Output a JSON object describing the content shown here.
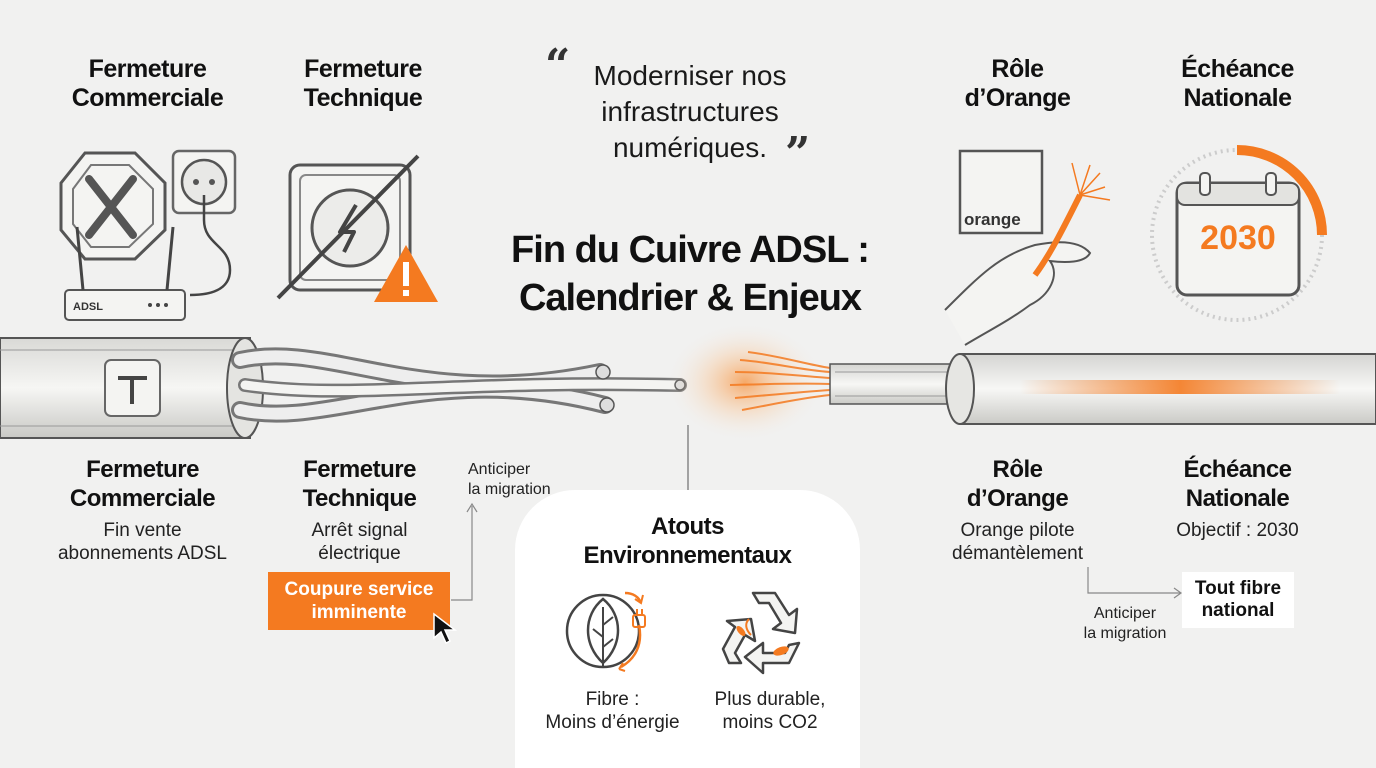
{
  "title": {
    "line1": "Fin du Cuivre ADSL :",
    "line2": "Calendrier & Enjeux"
  },
  "quote": {
    "line1": "Moderniser nos",
    "line2": "infrastructures",
    "line3": "numériques."
  },
  "top_headings": [
    {
      "line1": "Fermeture",
      "line2": "Commerciale"
    },
    {
      "line1": "Fermeture",
      "line2": "Technique"
    },
    {
      "line1": "Rôle",
      "line2": "d’Orange"
    },
    {
      "line1": "Échéance",
      "line2": "Nationale"
    }
  ],
  "cards": [
    {
      "line1": "Fermeture",
      "line2": "Commerciale",
      "desc1": "Fin vente",
      "desc2": "abonnements ADSL"
    },
    {
      "line1": "Fermeture",
      "line2": "Technique",
      "desc1": "Arrêt signal",
      "desc2": "électrique"
    },
    {
      "line1": "Rôle",
      "line2": "d’Orange",
      "desc1": "Orange pilote",
      "desc2": "démantèlement"
    },
    {
      "line1": "Échéance",
      "line2": "Nationale",
      "desc1": "Objectif : 2030"
    }
  ],
  "router_label": "ADSL",
  "orange_logo": "orange",
  "calendar_year": "2030",
  "warning_button": {
    "line1": "Coupure service",
    "line2": "imminente"
  },
  "fibre_button": {
    "line1": "Tout fibre",
    "line2": "national"
  },
  "migration_note_left": {
    "line1": "Anticiper",
    "line2": "la migration"
  },
  "migration_note_right": {
    "line1": "Anticiper",
    "line2": "la migration"
  },
  "environment": {
    "title1": "Atouts",
    "title2": "Environnementaux",
    "items": [
      {
        "line1": "Fibre :",
        "line2": "Moins d’énergie",
        "icon": "leaf-plug-icon"
      },
      {
        "line1": "Plus durable,",
        "line2": "moins CO2",
        "icon": "recycle-icon"
      }
    ]
  },
  "colors": {
    "accent": "#f47a20",
    "background": "#f1f1f0",
    "text": "#111111"
  }
}
